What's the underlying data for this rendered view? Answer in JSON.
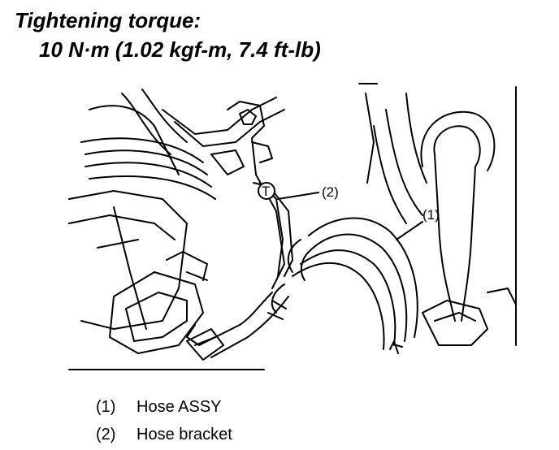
{
  "torque": {
    "title": "Tightening torque:",
    "value": "10 N·m (1.02 kgf-m, 7.4 ft-lb)"
  },
  "callouts": [
    {
      "number": "(1)",
      "label": "Hose ASSY"
    },
    {
      "number": "(2)",
      "label": "Hose bracket"
    }
  ],
  "figure": {
    "callout_1": "(1)",
    "callout_2": "(2)",
    "torque_symbol": "T"
  }
}
